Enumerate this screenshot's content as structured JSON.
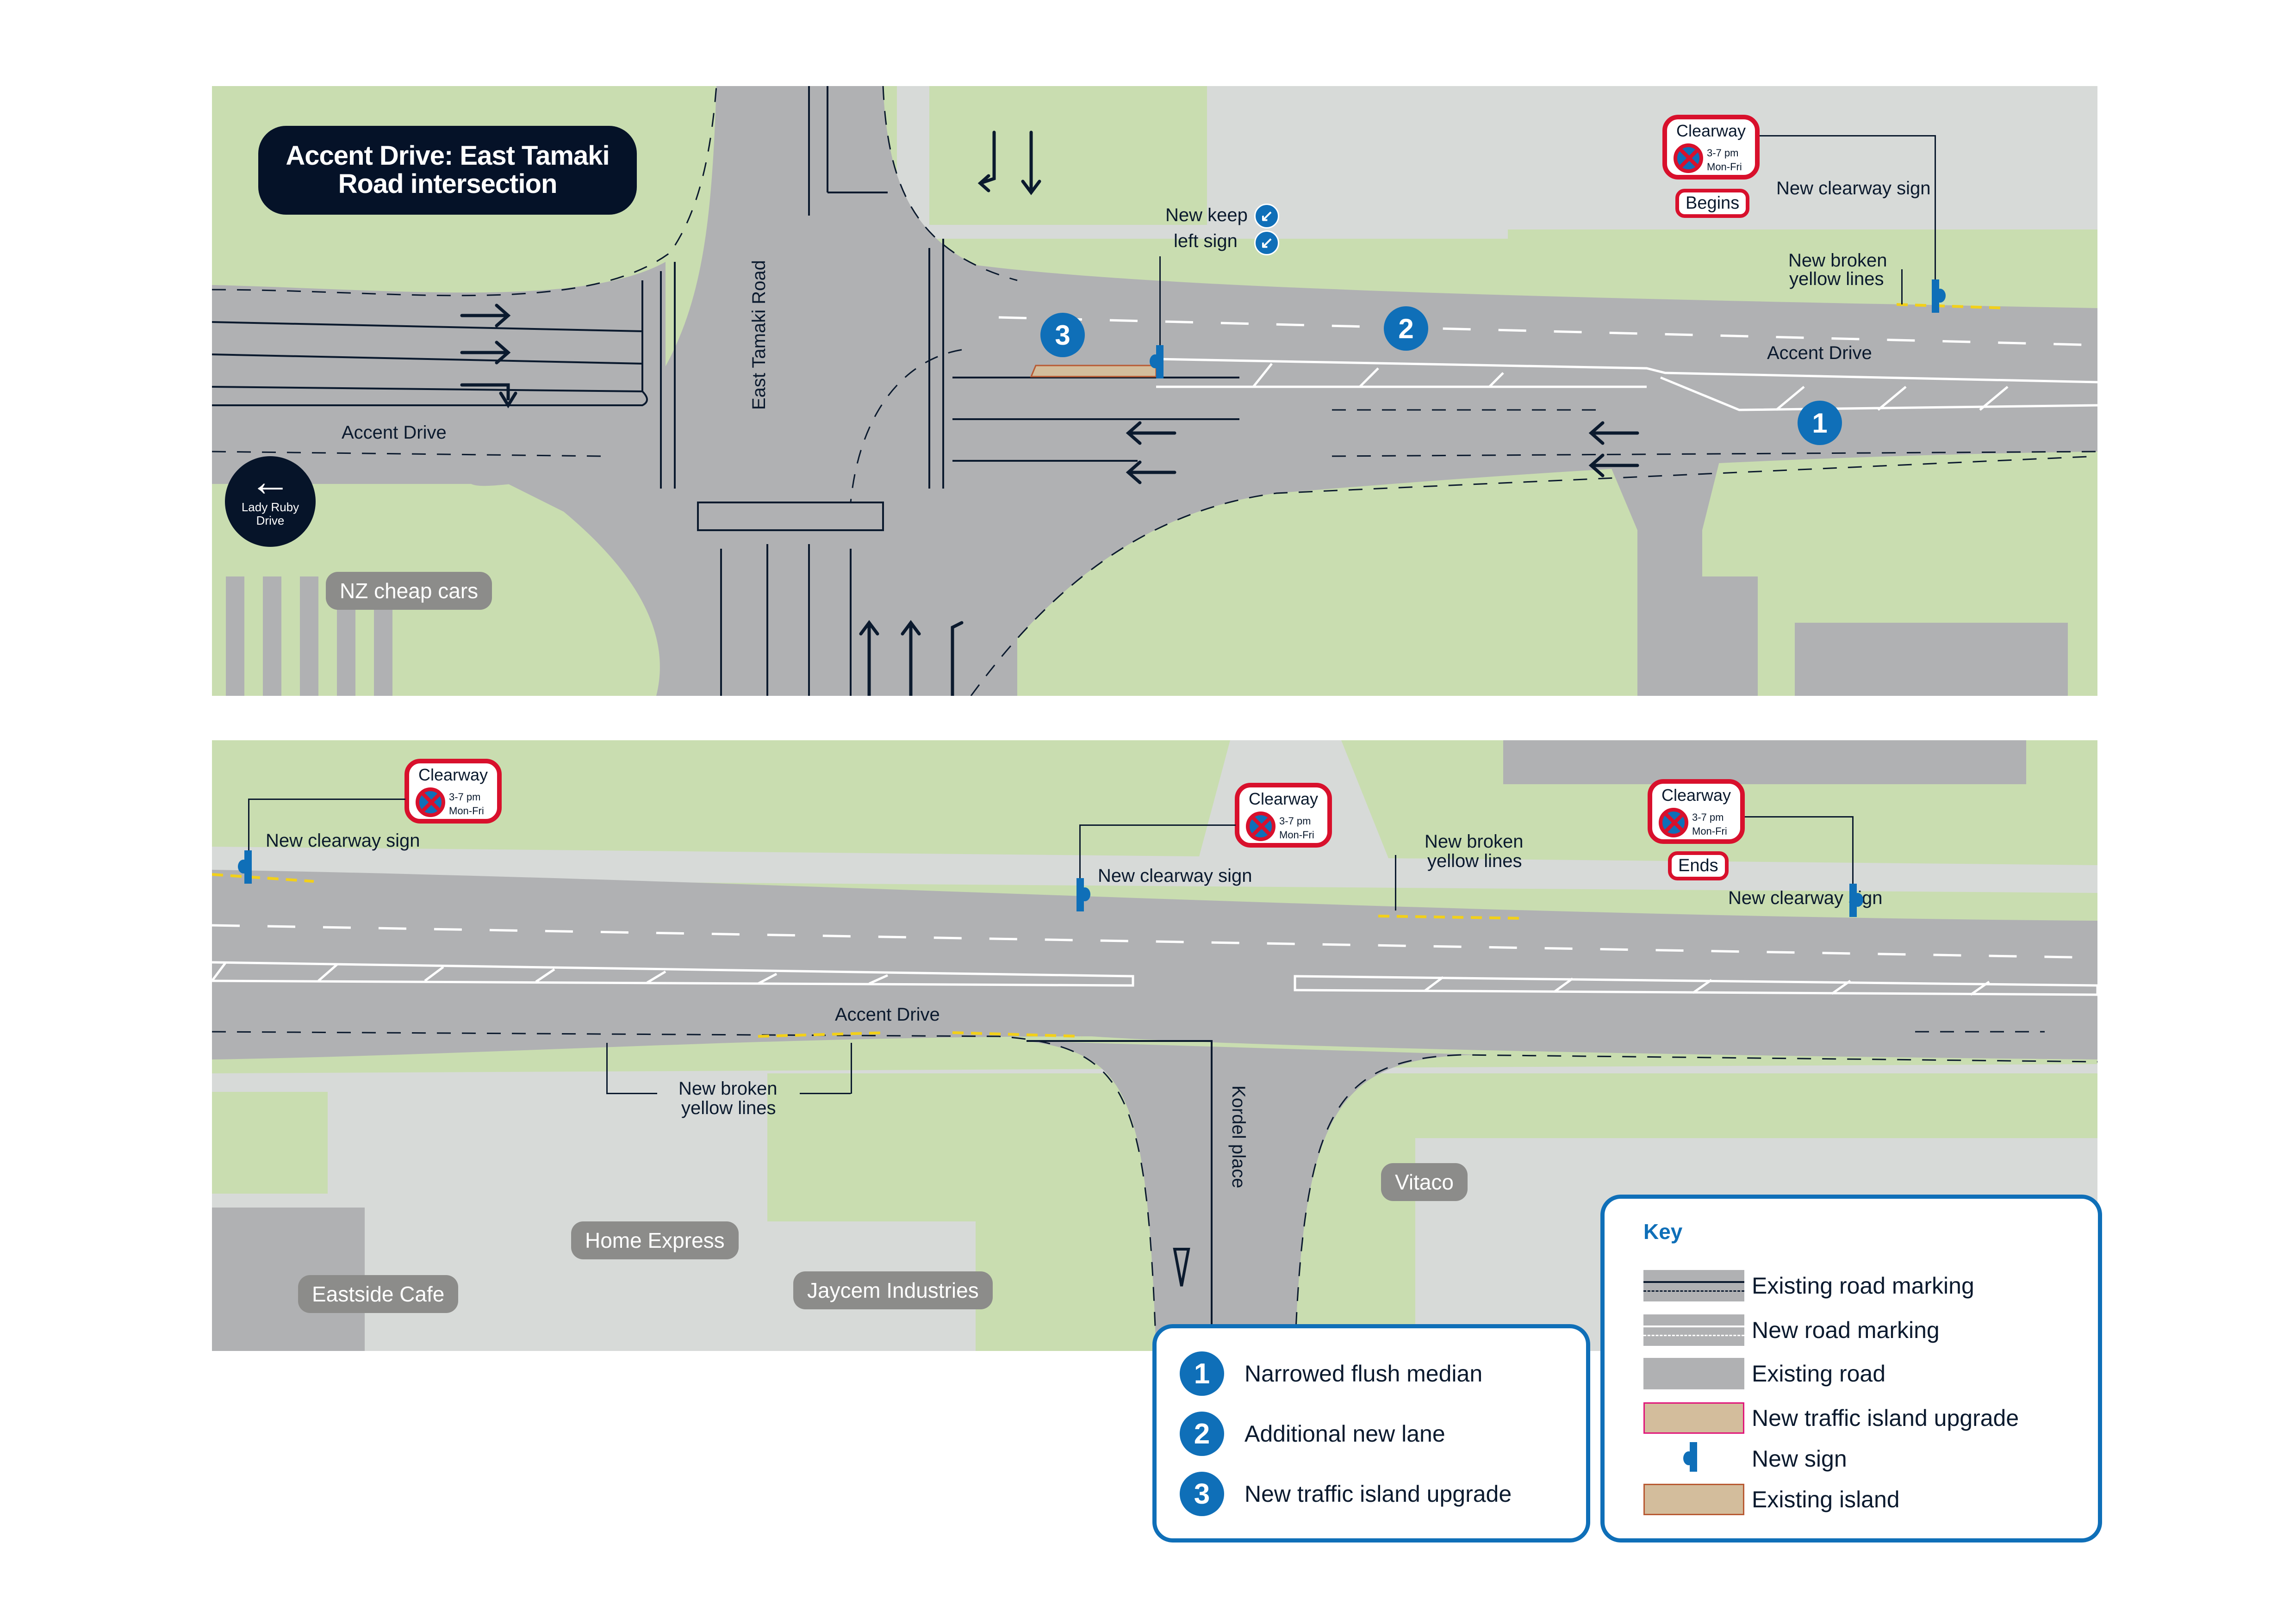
{
  "title": {
    "line1": "Accent Drive: East Tamaki",
    "line2": "Road intersection"
  },
  "colors": {
    "grass": "#c9ddb0",
    "road": "#b0b1b3",
    "footpath": "#d7dad8",
    "accent_blue": "#0f6fb8",
    "clearway_red": "#d8102c",
    "island_fill": "#d3bd9c",
    "island_upgrade_border": "#e0167a",
    "island_existing_border": "#b85a33",
    "marking_dark": "#0b1a2e",
    "yellow_line": "#f2d01a",
    "label_pill": "#8c8c8a"
  },
  "top_map": {
    "road_labels": {
      "accent_drive_west": "Accent Drive",
      "accent_drive_east": "Accent Drive",
      "east_tamaki_road": "East Tamaki Road"
    },
    "lady_ruby": {
      "icon": "arrow-left-icon",
      "line1": "Lady Ruby",
      "line2": "Drive"
    },
    "businesses": [
      "NZ cheap cars"
    ],
    "markers": [
      {
        "n": "3"
      },
      {
        "n": "2"
      },
      {
        "n": "1"
      }
    ],
    "callouts": {
      "keep_left_1": "New keep",
      "keep_left_2": "left sign",
      "clearway_sign": "New clearway sign",
      "yellow_1": "New broken",
      "yellow_2": "yellow lines"
    },
    "clearway_sign": {
      "title": "Clearway",
      "time": "3-7 pm",
      "days": "Mon-Fri",
      "tag": "Begins"
    }
  },
  "bottom_map": {
    "road_labels": {
      "accent_drive": "Accent Drive",
      "kordel_place": "Kordel place"
    },
    "businesses": [
      "Home Express",
      "Eastside Cafe",
      "Jaycem Industries",
      "Vitaco"
    ],
    "callouts": {
      "clearway_sign_1": "New clearway sign",
      "clearway_sign_2": "New clearway sign",
      "clearway_sign_3": "New clearway sign",
      "yellow_top_1": "New broken",
      "yellow_top_2": "yellow lines",
      "yellow_bottom_1": "New broken",
      "yellow_bottom_2": "yellow lines"
    },
    "clearway_signs": [
      {
        "title": "Clearway",
        "time": "3-7 pm",
        "days": "Mon-Fri"
      },
      {
        "title": "Clearway",
        "time": "3-7 pm",
        "days": "Mon-Fri"
      },
      {
        "title": "Clearway",
        "time": "3-7 pm",
        "days": "Mon-Fri",
        "tag": "Ends"
      }
    ]
  },
  "legend_numbered": [
    {
      "n": "1",
      "label": "Narrowed flush median"
    },
    {
      "n": "2",
      "label": "Additional new lane"
    },
    {
      "n": "3",
      "label": "New traffic island upgrade"
    }
  ],
  "key": {
    "title": "Key",
    "items": [
      {
        "label": "Existing road marking",
        "symbol": "existing-road-marking-swatch"
      },
      {
        "label": "New road marking",
        "symbol": "new-road-marking-swatch"
      },
      {
        "label": "Existing road",
        "symbol": "existing-road-swatch"
      },
      {
        "label": "New traffic island upgrade",
        "symbol": "new-island-swatch"
      },
      {
        "label": "New sign",
        "symbol": "new-sign-icon"
      },
      {
        "label": "Existing island",
        "symbol": "existing-island-swatch"
      }
    ]
  }
}
